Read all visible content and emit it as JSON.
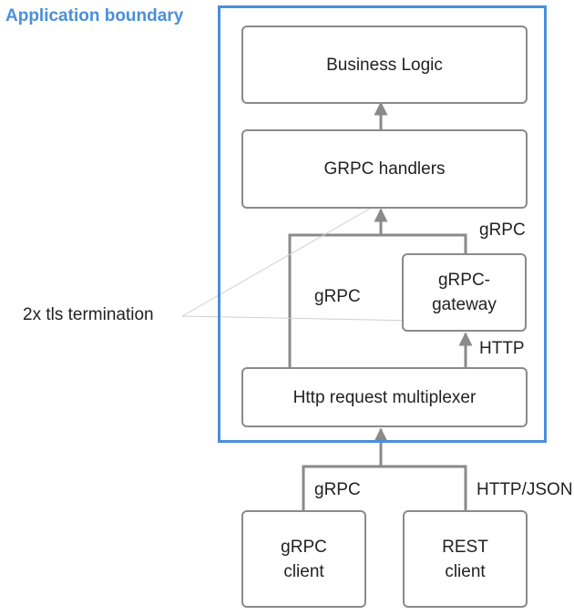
{
  "boundary": {
    "title": "Application boundary",
    "color": "#4a8fd9"
  },
  "boxes": {
    "business_logic": "Business Logic",
    "grpc_handlers": "GRPC handlers",
    "grpc_gateway_line1": "gRPC-",
    "grpc_gateway_line2": "gateway",
    "multiplexer": "Http request multiplexer",
    "grpc_client_line1": "gRPC",
    "grpc_client_line2": "client",
    "rest_client_line1": "REST",
    "rest_client_line2": "client"
  },
  "edge_labels": {
    "gateway_to_handlers": "gRPC",
    "mux_to_handlers": "gRPC",
    "mux_to_gateway": "HTTP",
    "grpc_client": "gRPC",
    "rest_client": "HTTP/JSON"
  },
  "annotation": "2x tls termination",
  "colors": {
    "wire": "#8a8a8a",
    "annotation_line": "#cfcfcf",
    "accent": "#4a8fd9"
  }
}
